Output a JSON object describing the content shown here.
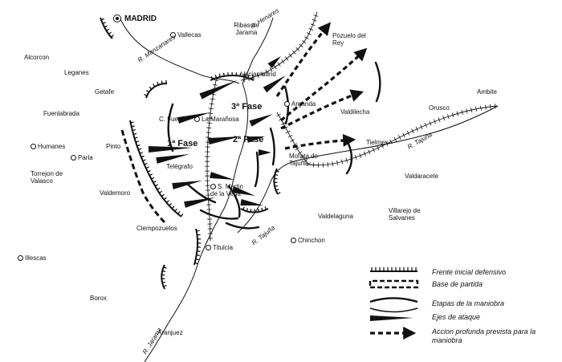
{
  "capital": "MADRID",
  "towns": [
    {
      "id": "vallecas",
      "label": "Vallecas"
    },
    {
      "id": "ribas",
      "label": "Ribas de Jarama"
    },
    {
      "id": "alcorcon",
      "label": "Alcorcon"
    },
    {
      "id": "leganes",
      "label": "Leganes"
    },
    {
      "id": "getafe",
      "label": "Getafe"
    },
    {
      "id": "fuenlabrada",
      "label": "Fuenlabrada"
    },
    {
      "id": "humanes",
      "label": "Humanes"
    },
    {
      "id": "parla",
      "label": "Parla"
    },
    {
      "id": "pinto",
      "label": "Pinto"
    },
    {
      "id": "torrejon",
      "label": "Torrejon de Valasco"
    },
    {
      "id": "valdemoro",
      "label": "Valdemoro"
    },
    {
      "id": "ciempozuelos",
      "label": "Ciempozuelos"
    },
    {
      "id": "illescas",
      "label": "Illescas"
    },
    {
      "id": "borox",
      "label": "Borox"
    },
    {
      "id": "aranjuez",
      "label": "Aranjuez"
    },
    {
      "id": "titulcia",
      "label": "Titulcia"
    },
    {
      "id": "chinchon",
      "label": "Chinchon"
    },
    {
      "id": "valdelaguna",
      "label": "Valdelaguna"
    },
    {
      "id": "villarejo",
      "label": "Villarejo de Salvanes"
    },
    {
      "id": "valdaracete",
      "label": "Valdaracete"
    },
    {
      "id": "tielmes",
      "label": "Tielmes"
    },
    {
      "id": "morata",
      "label": "Morata de Tajuña"
    },
    {
      "id": "arganda",
      "label": "Arganda"
    },
    {
      "id": "valdilecha",
      "label": "Valdilecha"
    },
    {
      "id": "pozuelo",
      "label": "Pozuelo del Rey"
    },
    {
      "id": "orusco",
      "label": "Orusco"
    },
    {
      "id": "ambite",
      "label": "Ambite"
    },
    {
      "id": "vaciamadrid",
      "label": "Vaciamadrid"
    },
    {
      "id": "smartin",
      "label": "S. Martin de la Vega"
    },
    {
      "id": "lamaranosa",
      "label": "La Marañosa"
    },
    {
      "id": "cfuerte",
      "label": "C. Fuerte"
    },
    {
      "id": "telegrafo",
      "label": "Telégrafo"
    }
  ],
  "rivers": [
    {
      "id": "manzanares",
      "label": "R. Manzanares"
    },
    {
      "id": "henares",
      "label": "R. Henares"
    },
    {
      "id": "tajuna1",
      "label": "R. Tajuña"
    },
    {
      "id": "tajuna2",
      "label": "R. Tajuña"
    },
    {
      "id": "jarama",
      "label": "R. Jarama"
    }
  ],
  "phases": [
    "1ª Fase",
    "2ª Fase",
    "3ª Fase"
  ],
  "legend": [
    {
      "id": "frente",
      "label": "Frente inicial defensivo"
    },
    {
      "id": "base",
      "label": "Base de partida"
    },
    {
      "id": "etapas",
      "label": "Etapas de la maniobra"
    },
    {
      "id": "ejes",
      "label": "Ejes de ataque"
    },
    {
      "id": "accion",
      "label": "Accion profunda prevista para la maniobra"
    }
  ],
  "colors": {
    "ink": "#111111",
    "paper": "#ffffff"
  }
}
